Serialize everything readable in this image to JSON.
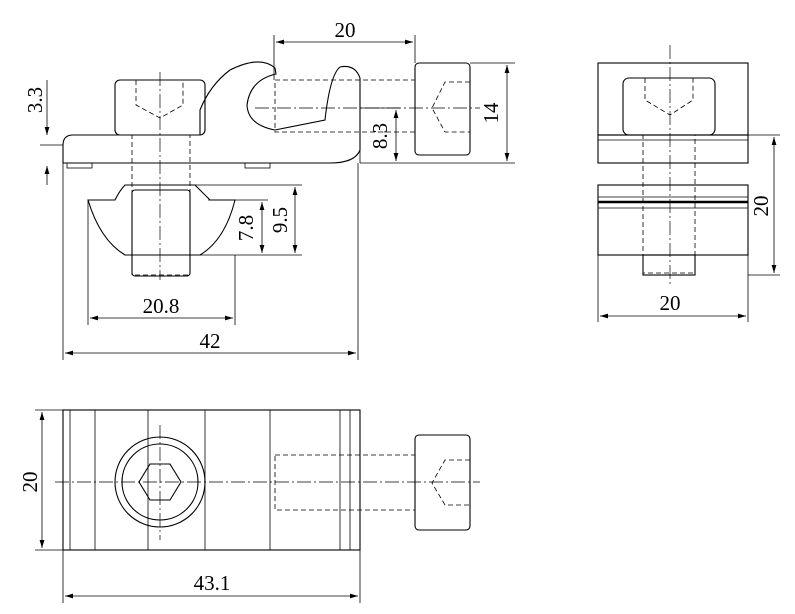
{
  "drawing": {
    "front_view": {
      "dims": {
        "bolt_spacing": "20",
        "plate_thickness": "3.3",
        "screw_head_height": "14",
        "hook_height": "8.3",
        "nut_height_inner": "7.8",
        "nut_height_outer": "9.5",
        "nut_width": "20.8",
        "overall_length": "42"
      }
    },
    "side_view": {
      "dims": {
        "height": "20",
        "width": "20"
      }
    },
    "top_view": {
      "dims": {
        "width": "20",
        "length": "43.1"
      }
    }
  }
}
